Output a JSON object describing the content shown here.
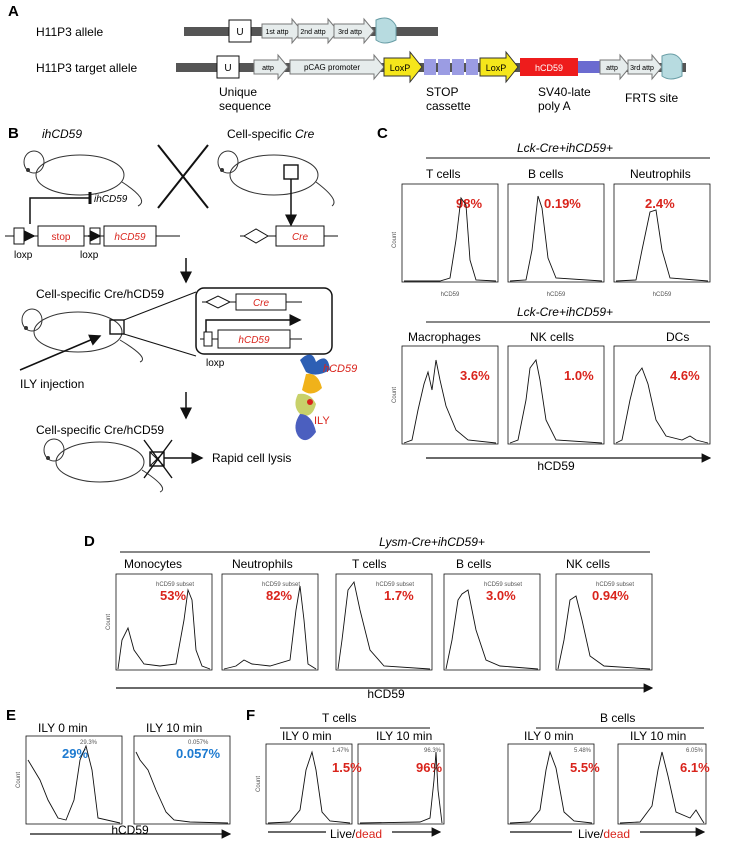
{
  "panels": {
    "A": {
      "letter": "A",
      "allele_label": "H11P3 allele",
      "target_label": "H11P3 target allele",
      "u_box": "U",
      "attp1": "1st attp",
      "attp2": "2nd attp",
      "attp3": "3rd attp",
      "target_attp": "attp",
      "promoter": "pCAG promoter",
      "loxp1": "LoxP",
      "loxp2": "LoxP",
      "hcd59_box": "hCD59",
      "target_attp_r": "attp",
      "target_attp3": "3rd attp",
      "unique_seq_1": "Unique",
      "unique_seq_2": "sequence",
      "stop_1": "STOP",
      "stop_2": "cassette",
      "sv40_1": "SV40-late",
      "sv40_2": "poly A",
      "frts": "FRTS site"
    },
    "B": {
      "letter": "B",
      "ihcd59_title": "ihCD59",
      "cre_title_1": "Cell-specific ",
      "cre_title_2": "Cre",
      "ihcd59_gene": "ihCD59",
      "stop_box": "stop",
      "hcd59_box": "hCD59",
      "loxp_a": "loxp",
      "loxp_b": "loxp",
      "cre_box": "Cre",
      "mid_title": "Cell-specific Cre/hCD59",
      "inset_cre": "Cre",
      "inset_hcd59": "hCD59",
      "inset_loxp": "loxp",
      "ily_injection": "ILY injection",
      "struct_hcd59": "hCD59",
      "struct_ily": "ILY",
      "bottom_title": "Cell-specific Cre/hCD59",
      "rapid_lysis": "Rapid cell lysis"
    },
    "C": {
      "letter": "C",
      "group_title_top": "Lck-Cre+ihCD59+",
      "group_title_bottom": "Lck-Cre+ihCD59+",
      "axis_label": "hCD59",
      "ylabel": "Count",
      "xlabel": "hCD59",
      "top": [
        {
          "name": "T cells",
          "pct": "98%"
        },
        {
          "name": "B cells",
          "pct": "0.19%"
        },
        {
          "name": "Neutrophils",
          "pct": "2.4%"
        }
      ],
      "bottom": [
        {
          "name": "Macrophages",
          "pct": "3.6%"
        },
        {
          "name": "NK cells",
          "pct": "1.0%"
        },
        {
          "name": "DCs",
          "pct": "4.6%"
        }
      ]
    },
    "D": {
      "letter": "D",
      "group_title": "Lysm-Cre+ihCD59+",
      "axis_label": "hCD59",
      "ylabel": "Count",
      "gate_label": "hCD59 subset",
      "plots": [
        {
          "name": "Monocytes",
          "pct": "53%"
        },
        {
          "name": "Neutrophils",
          "pct": "82%"
        },
        {
          "name": "T cells",
          "pct": "1.7%"
        },
        {
          "name": "B cells",
          "pct": "3.0%"
        },
        {
          "name": "NK cells",
          "pct": "0.94%"
        }
      ]
    },
    "E": {
      "letter": "E",
      "axis_label": "hCD59",
      "ylabel": "Count",
      "plots": [
        {
          "name": "ILY 0 min",
          "pct": "29%",
          "gate": "29.3%"
        },
        {
          "name": "ILY 10 min",
          "pct": "0.057%",
          "gate": "0.057%"
        }
      ]
    },
    "F": {
      "letter": "F",
      "t_title": "T cells",
      "b_title": "B cells",
      "axis_live": "Live/",
      "axis_dead": "dead",
      "ylabel": "Count",
      "plots": [
        {
          "name": "ILY 0 min",
          "pct": "1.5%",
          "gate": "1.47%"
        },
        {
          "name": "ILY 10 min",
          "pct": "96%",
          "gate": "96.3%"
        },
        {
          "name": "ILY 0 min",
          "pct": "5.5%",
          "gate": "5.48%"
        },
        {
          "name": "ILY 10 min",
          "pct": "6.1%",
          "gate": "6.05%"
        }
      ]
    }
  },
  "colors": {
    "pct_red": "#d9241c",
    "pct_blue": "#1d7ad0",
    "loxp_yellow": "#f5e61b",
    "hcd59_red": "#ee1c1c",
    "stop_purple": "#9b9ce3",
    "frts_teal": "#b7dbe0"
  }
}
